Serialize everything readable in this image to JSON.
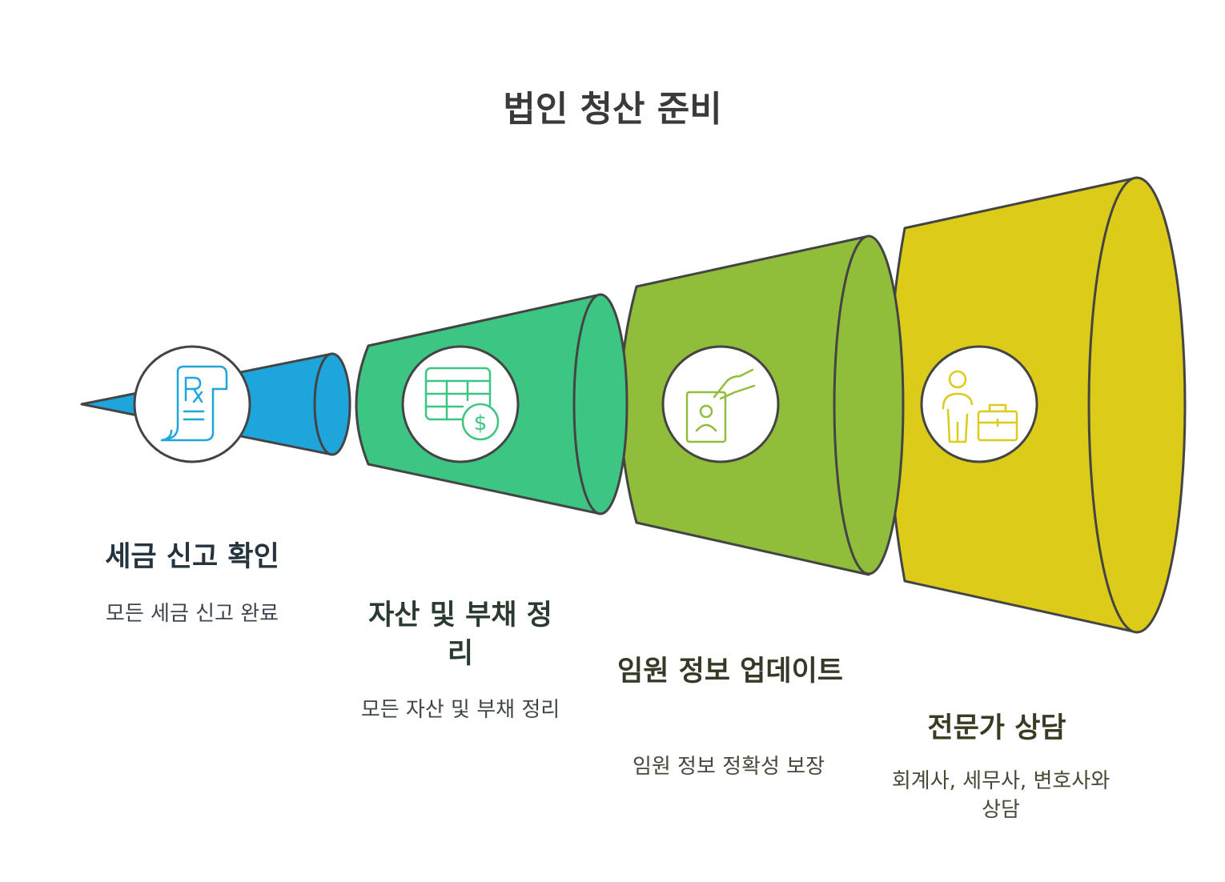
{
  "title": "법인 청산 준비",
  "stages": [
    {
      "label": "세금 신고 확인",
      "description": "모든 세금 신고 완료",
      "icon": "prescription-receipt-icon",
      "color": "#1ea6dc"
    },
    {
      "label": "자산 및 부채 정리",
      "description": "모든 자산 및 부채 정리",
      "icon": "spreadsheet-dollar-icon",
      "color": "#3dc583"
    },
    {
      "label": "임원 정보 업데이트",
      "description": "임원 정보 정확성 보장",
      "icon": "id-card-hand-icon",
      "color": "#90bd3a"
    },
    {
      "label": "전문가 상담",
      "description": "회계사, 세무사, 변호사와 상담",
      "icon": "person-briefcase-icon",
      "color": "#dccb18"
    }
  ]
}
